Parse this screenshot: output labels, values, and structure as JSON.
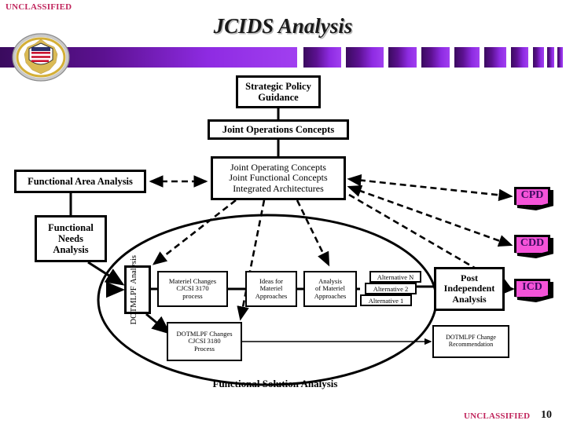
{
  "slide": {
    "title": "JCIDS Analysis",
    "classification_top": "UNCLASSIFIED",
    "classification_bottom": "UNCLASSIFIED",
    "page_number": "10",
    "seal_name": "joint-chiefs-of-staff-seal"
  },
  "colors": {
    "banner_dark": "#3A0B5E",
    "banner_light": "#A13FF0",
    "classification": "#C0255C",
    "document_flag_fill": "#F553D8",
    "document_flag_text": "#3A0B5E",
    "box_border": "#000000",
    "background": "#FFFFFF"
  },
  "boxes": {
    "strategic_policy": "Strategic Policy Guidance",
    "joint_operations": "Joint Operations Concepts",
    "joint_concepts_line1": "Joint Operating Concepts",
    "joint_concepts_line2": "Joint Functional Concepts",
    "joint_concepts_line3": "Integrated Architectures",
    "functional_area_analysis": "Functional Area Analysis",
    "functional_needs_line1": "Functional",
    "functional_needs_line2": "Needs",
    "functional_needs_line3": "Analysis",
    "dotmlpf_analysis_line1": "DOTMLPF",
    "dotmlpf_analysis_line2": "Analysis",
    "materiel_changes_line1": "Materiel Changes",
    "materiel_changes_line2": "CJCSI 3170",
    "materiel_changes_line3": "process",
    "ideas_line1": "Ideas for",
    "ideas_line2": "Materiel",
    "ideas_line3": "Approaches",
    "analysis_approaches_line1": "Analysis",
    "analysis_approaches_line2": "of Materiel",
    "analysis_approaches_line3": "Approaches",
    "alternative_n": "Alternative N",
    "alternative_2": "Alternative 2",
    "alternative_1": "Alternative 1",
    "post_independent_line1": "Post",
    "post_independent_line2": "Independent",
    "post_independent_line3": "Analysis",
    "dotmlpf_changes_line1": "DOTMLPF Changes",
    "dotmlpf_changes_line2": "CJCSI 3180",
    "dotmlpf_changes_line3": "Process",
    "dotmlpf_rec_line1": "DOTMLPF Change",
    "dotmlpf_rec_line2": "Recommendation"
  },
  "documents": {
    "cpd": "CPD",
    "cdd": "CDD",
    "icd": "ICD"
  },
  "captions": {
    "functional_solution_analysis": "Functional Solution Analysis"
  }
}
